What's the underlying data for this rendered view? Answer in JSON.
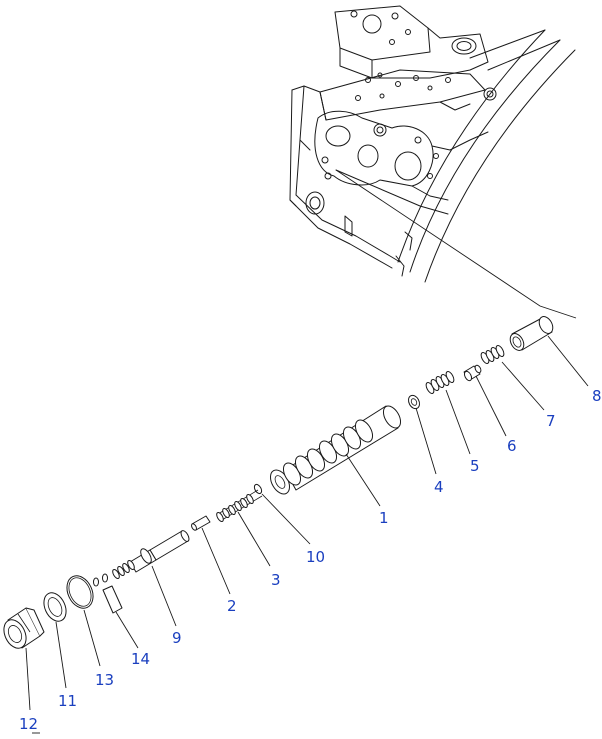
{
  "callouts": [
    {
      "id": "1",
      "label": "1"
    },
    {
      "id": "2",
      "label": "2"
    },
    {
      "id": "3",
      "label": "3"
    },
    {
      "id": "4",
      "label": "4"
    },
    {
      "id": "5",
      "label": "5"
    },
    {
      "id": "6",
      "label": "6"
    },
    {
      "id": "7",
      "label": "7"
    },
    {
      "id": "8",
      "label": "8"
    },
    {
      "id": "9",
      "label": "9"
    },
    {
      "id": "10",
      "label": "10"
    },
    {
      "id": "11",
      "label": "11"
    },
    {
      "id": "12",
      "label": "12"
    },
    {
      "id": "13",
      "label": "13"
    },
    {
      "id": "14",
      "label": "14"
    }
  ],
  "colors": {
    "callout": "#1a3fbf",
    "line": "#1a1a1a",
    "background": "#ffffff"
  }
}
